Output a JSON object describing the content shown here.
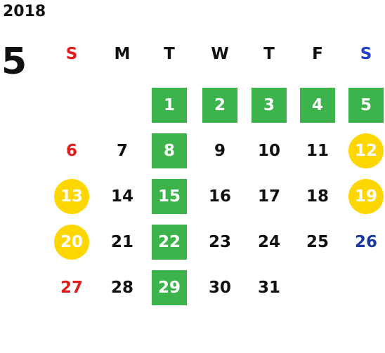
{
  "year": "2018",
  "month": "5",
  "colors": {
    "sunday": "#e01b1b",
    "saturday": "#1c3fd1",
    "holiday_blue": "#1a3aa0",
    "weekday": "#111111",
    "green_box": "#3cb44b",
    "yellow_circle": "#ffd700"
  },
  "weekdays": [
    {
      "label": "S",
      "type": "sunday"
    },
    {
      "label": "M",
      "type": "weekday"
    },
    {
      "label": "T",
      "type": "weekday"
    },
    {
      "label": "W",
      "type": "weekday"
    },
    {
      "label": "T",
      "type": "weekday"
    },
    {
      "label": "F",
      "type": "weekday"
    },
    {
      "label": "S",
      "type": "saturday"
    }
  ],
  "weeks": [
    [
      null,
      null,
      {
        "day": "1",
        "style": "green"
      },
      {
        "day": "2",
        "style": "green"
      },
      {
        "day": "3",
        "style": "green"
      },
      {
        "day": "4",
        "style": "green"
      },
      {
        "day": "5",
        "style": "green"
      }
    ],
    [
      {
        "day": "6",
        "style": "sunday"
      },
      {
        "day": "7",
        "style": "plain"
      },
      {
        "day": "8",
        "style": "green"
      },
      {
        "day": "9",
        "style": "plain"
      },
      {
        "day": "10",
        "style": "plain"
      },
      {
        "day": "11",
        "style": "plain"
      },
      {
        "day": "12",
        "style": "yellow"
      }
    ],
    [
      {
        "day": "13",
        "style": "yellow"
      },
      {
        "day": "14",
        "style": "plain"
      },
      {
        "day": "15",
        "style": "green"
      },
      {
        "day": "16",
        "style": "plain"
      },
      {
        "day": "17",
        "style": "plain"
      },
      {
        "day": "18",
        "style": "plain"
      },
      {
        "day": "19",
        "style": "yellow"
      }
    ],
    [
      {
        "day": "20",
        "style": "yellow"
      },
      {
        "day": "21",
        "style": "plain"
      },
      {
        "day": "22",
        "style": "green"
      },
      {
        "day": "23",
        "style": "plain"
      },
      {
        "day": "24",
        "style": "plain"
      },
      {
        "day": "25",
        "style": "plain"
      },
      {
        "day": "26",
        "style": "blue"
      }
    ],
    [
      {
        "day": "27",
        "style": "sunday"
      },
      {
        "day": "28",
        "style": "plain"
      },
      {
        "day": "29",
        "style": "green"
      },
      {
        "day": "30",
        "style": "plain"
      },
      {
        "day": "31",
        "style": "plain"
      },
      null,
      null
    ]
  ]
}
